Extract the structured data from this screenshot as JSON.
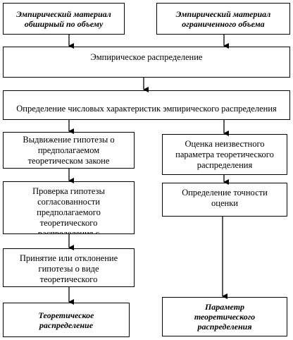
{
  "boxes": {
    "wide_material": "Эмпирический материал\nобширный по объему",
    "limited_material": "Эмпирический материал\nограниченного объема",
    "empirical_distribution": "Эмпирическое распределение",
    "numeric_characteristics": "Определение числовых характеристик эмпирического распределения",
    "hypothesis_proposal": "Выдвижение гипотезы о\nпредполагаемом\nтеоретическом законе",
    "parameter_estimation": "Оценка неизвестного\nпараметра теоретического\nраспределения",
    "hypothesis_check": "Проверка гипотезы\nсогласованности\nпредполагаемого\nтеоретического\nраспределения с",
    "accuracy": "Определение точности\nоценки",
    "accept_reject": "Принятие или отклонение\nгипотезы о виде\nтеоретического",
    "theoretical_distribution": "Теоретическое\nраспределение",
    "theoretical_parameter": "Параметр\nтеоретического\nраспределения"
  }
}
